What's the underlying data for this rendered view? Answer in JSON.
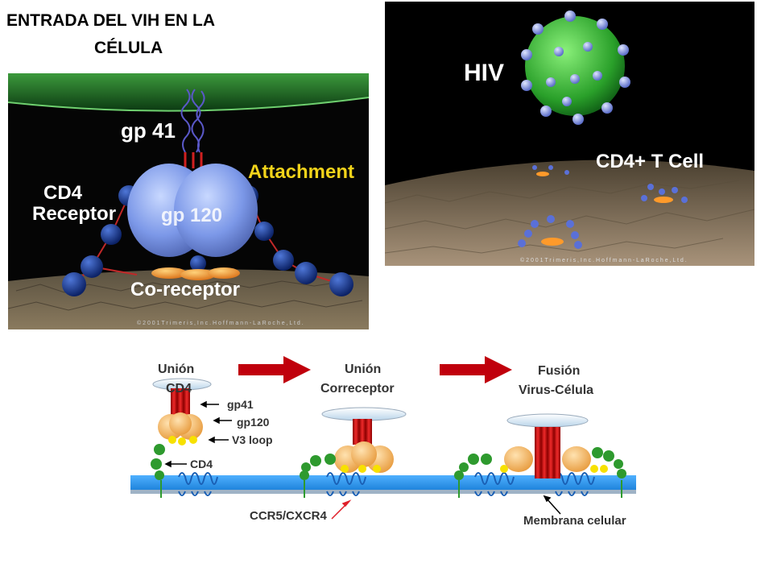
{
  "title": {
    "line1": "ENTRADA   DEL VIH EN LA",
    "line2": "CÉLULA"
  },
  "left_panel": {
    "labels": {
      "gp41": "gp 41",
      "attachment": "Attachment",
      "cd4_line1": "CD4",
      "cd4_line2": "Receptor",
      "gp120": "gp 120",
      "coreceptor": "Co-receptor"
    },
    "copyright": "© 2 0 0 1  T r i m e r i s ,  I n c .  H o f f m a n n - L a  R o c h e ,  L t d ."
  },
  "right_panel": {
    "labels": {
      "hiv": "HIV",
      "cd4_cell": "CD4+ T Cell"
    },
    "copyright": "© 2 0 0 1  T r i m e r i s ,  I n c .  H o f f m a n n - L a  R o c h e ,  L t d ."
  },
  "diagram": {
    "stages": [
      {
        "line1": "Unión",
        "line2": "CD4"
      },
      {
        "line1": "Unión",
        "line2": "Correceptor"
      },
      {
        "line1": "Fusión",
        "line2": "Virus-Célula"
      }
    ],
    "parts": {
      "gp41": "gp41",
      "gp120": "gp120",
      "v3loop": "V3 loop",
      "cd4": "CD4",
      "coreceptor": "CCR5/CXCR4",
      "membrane": "Membrana celular"
    },
    "colors": {
      "arrow": "#c0000c",
      "membrane": "#1e8fe0",
      "cd4_bead": "#2e9a2e",
      "gp41": "#d40e0e",
      "gp120": "#f4b462",
      "v3loop": "#f7e100"
    }
  }
}
